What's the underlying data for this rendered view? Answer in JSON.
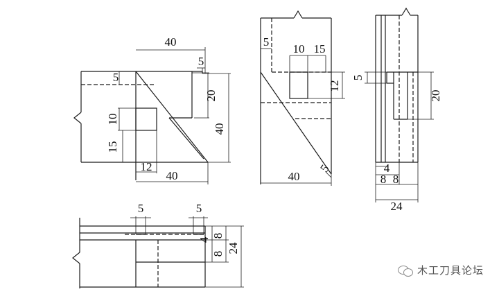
{
  "front_view": {
    "dims": {
      "width_top": "40",
      "gap_top": "5",
      "offset_left": "5",
      "height_20": "20",
      "height_40": "40",
      "hole_10": "10",
      "height_15": "15",
      "hole_12": "12",
      "width_bottom": "40"
    }
  },
  "side_view": {
    "dims": {
      "offset_5": "5",
      "hole_10": "10",
      "offset_15": "15",
      "hole_12": "12",
      "width_40": "40",
      "tip_5": "5"
    }
  },
  "end_view": {
    "dims": {
      "gap_5": "5",
      "height_20": "20",
      "step_4": "4",
      "left_8": "8",
      "right_8": "8",
      "width_24": "24"
    }
  },
  "top_view": {
    "dims": {
      "gap_left_5": "5",
      "gap_right_5": "5",
      "v_4": "4",
      "v_8_top": "8",
      "v_8_bottom": "8",
      "v_24": "24"
    }
  },
  "watermark": {
    "icon": "wechat-icon",
    "text": "木工刀具论坛"
  }
}
